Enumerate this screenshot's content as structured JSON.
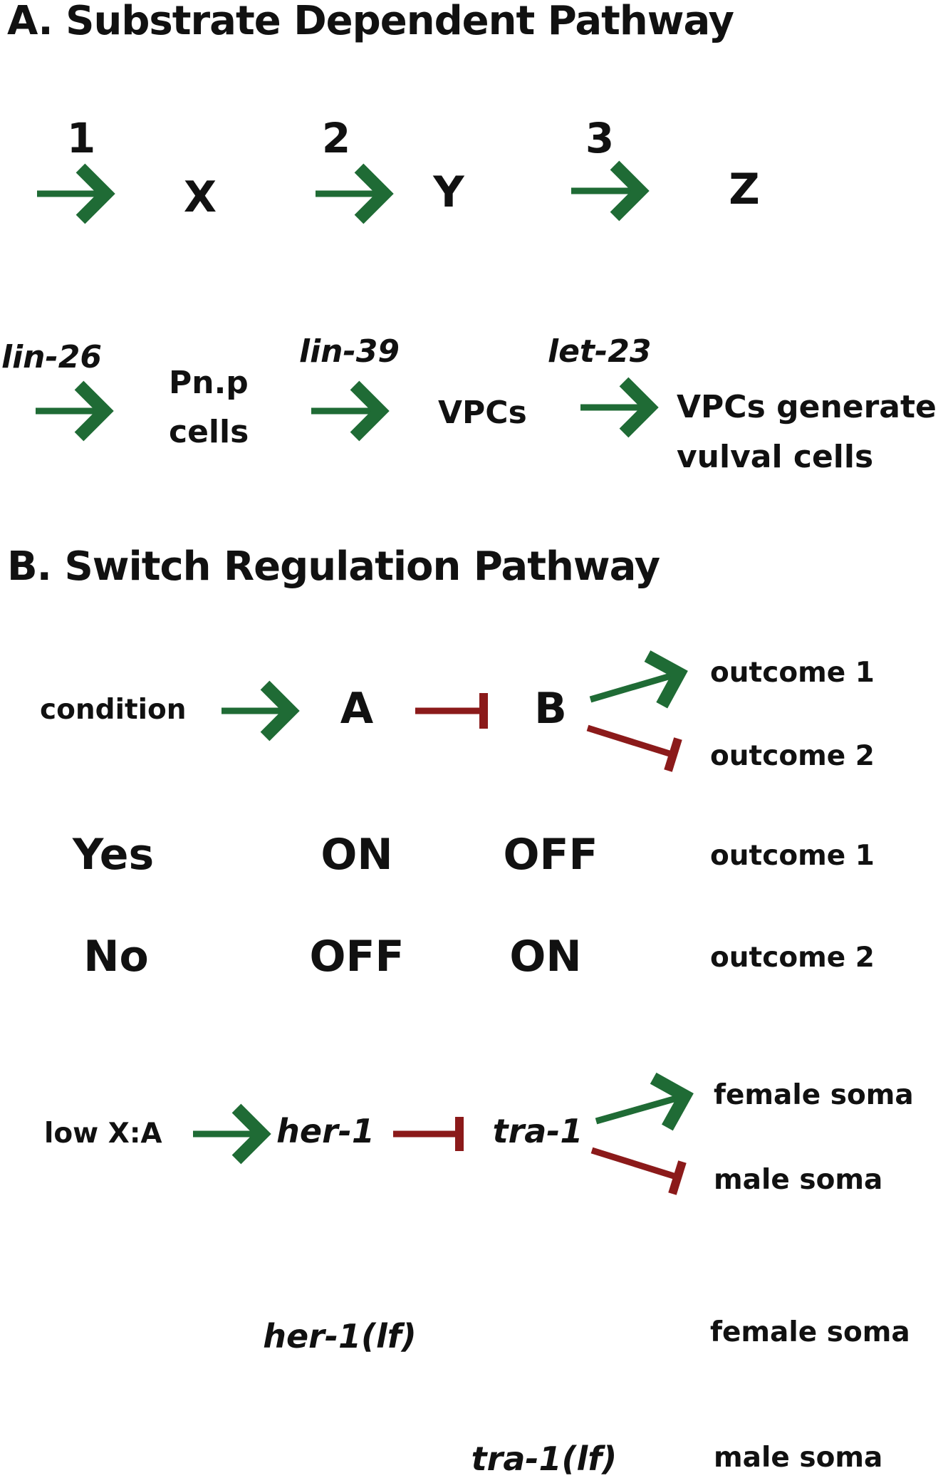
{
  "colors": {
    "activate": "#1f6b35",
    "inhibit": "#8b1a1a",
    "text": "#111111"
  },
  "section_a": {
    "title": "A. Substrate Dependent Pathway",
    "abstract": {
      "steps": [
        "1",
        "2",
        "3"
      ],
      "nodes": [
        "X",
        "Y",
        "Z"
      ]
    },
    "example": {
      "genes": [
        "lin-26",
        "lin-39",
        "let-23"
      ],
      "node1_line1": "Pn.p",
      "node1_line2": "cells",
      "node2": "VPCs",
      "node3_line1": "VPCs generate",
      "node3_line2": "vulval cells"
    }
  },
  "section_b": {
    "title": "B. Switch Regulation Pathway",
    "abstract": {
      "input": "condition",
      "a": "A",
      "b": "B",
      "out1": "outcome 1",
      "out2": "outcome 2"
    },
    "table": [
      {
        "condition": "Yes",
        "a": "ON",
        "b": "OFF",
        "outcome": "outcome 1"
      },
      {
        "condition": "No",
        "a": "OFF",
        "b": "ON",
        "outcome": "outcome 2"
      }
    ],
    "example": {
      "input": "low X:A",
      "a": "her-1",
      "b": "tra-1",
      "out1": "female soma",
      "out2": "male soma"
    },
    "mutants": [
      {
        "gene": "her-1(lf)",
        "outcome": "female soma"
      },
      {
        "gene": "tra-1(lf)",
        "outcome": "male soma"
      }
    ]
  }
}
